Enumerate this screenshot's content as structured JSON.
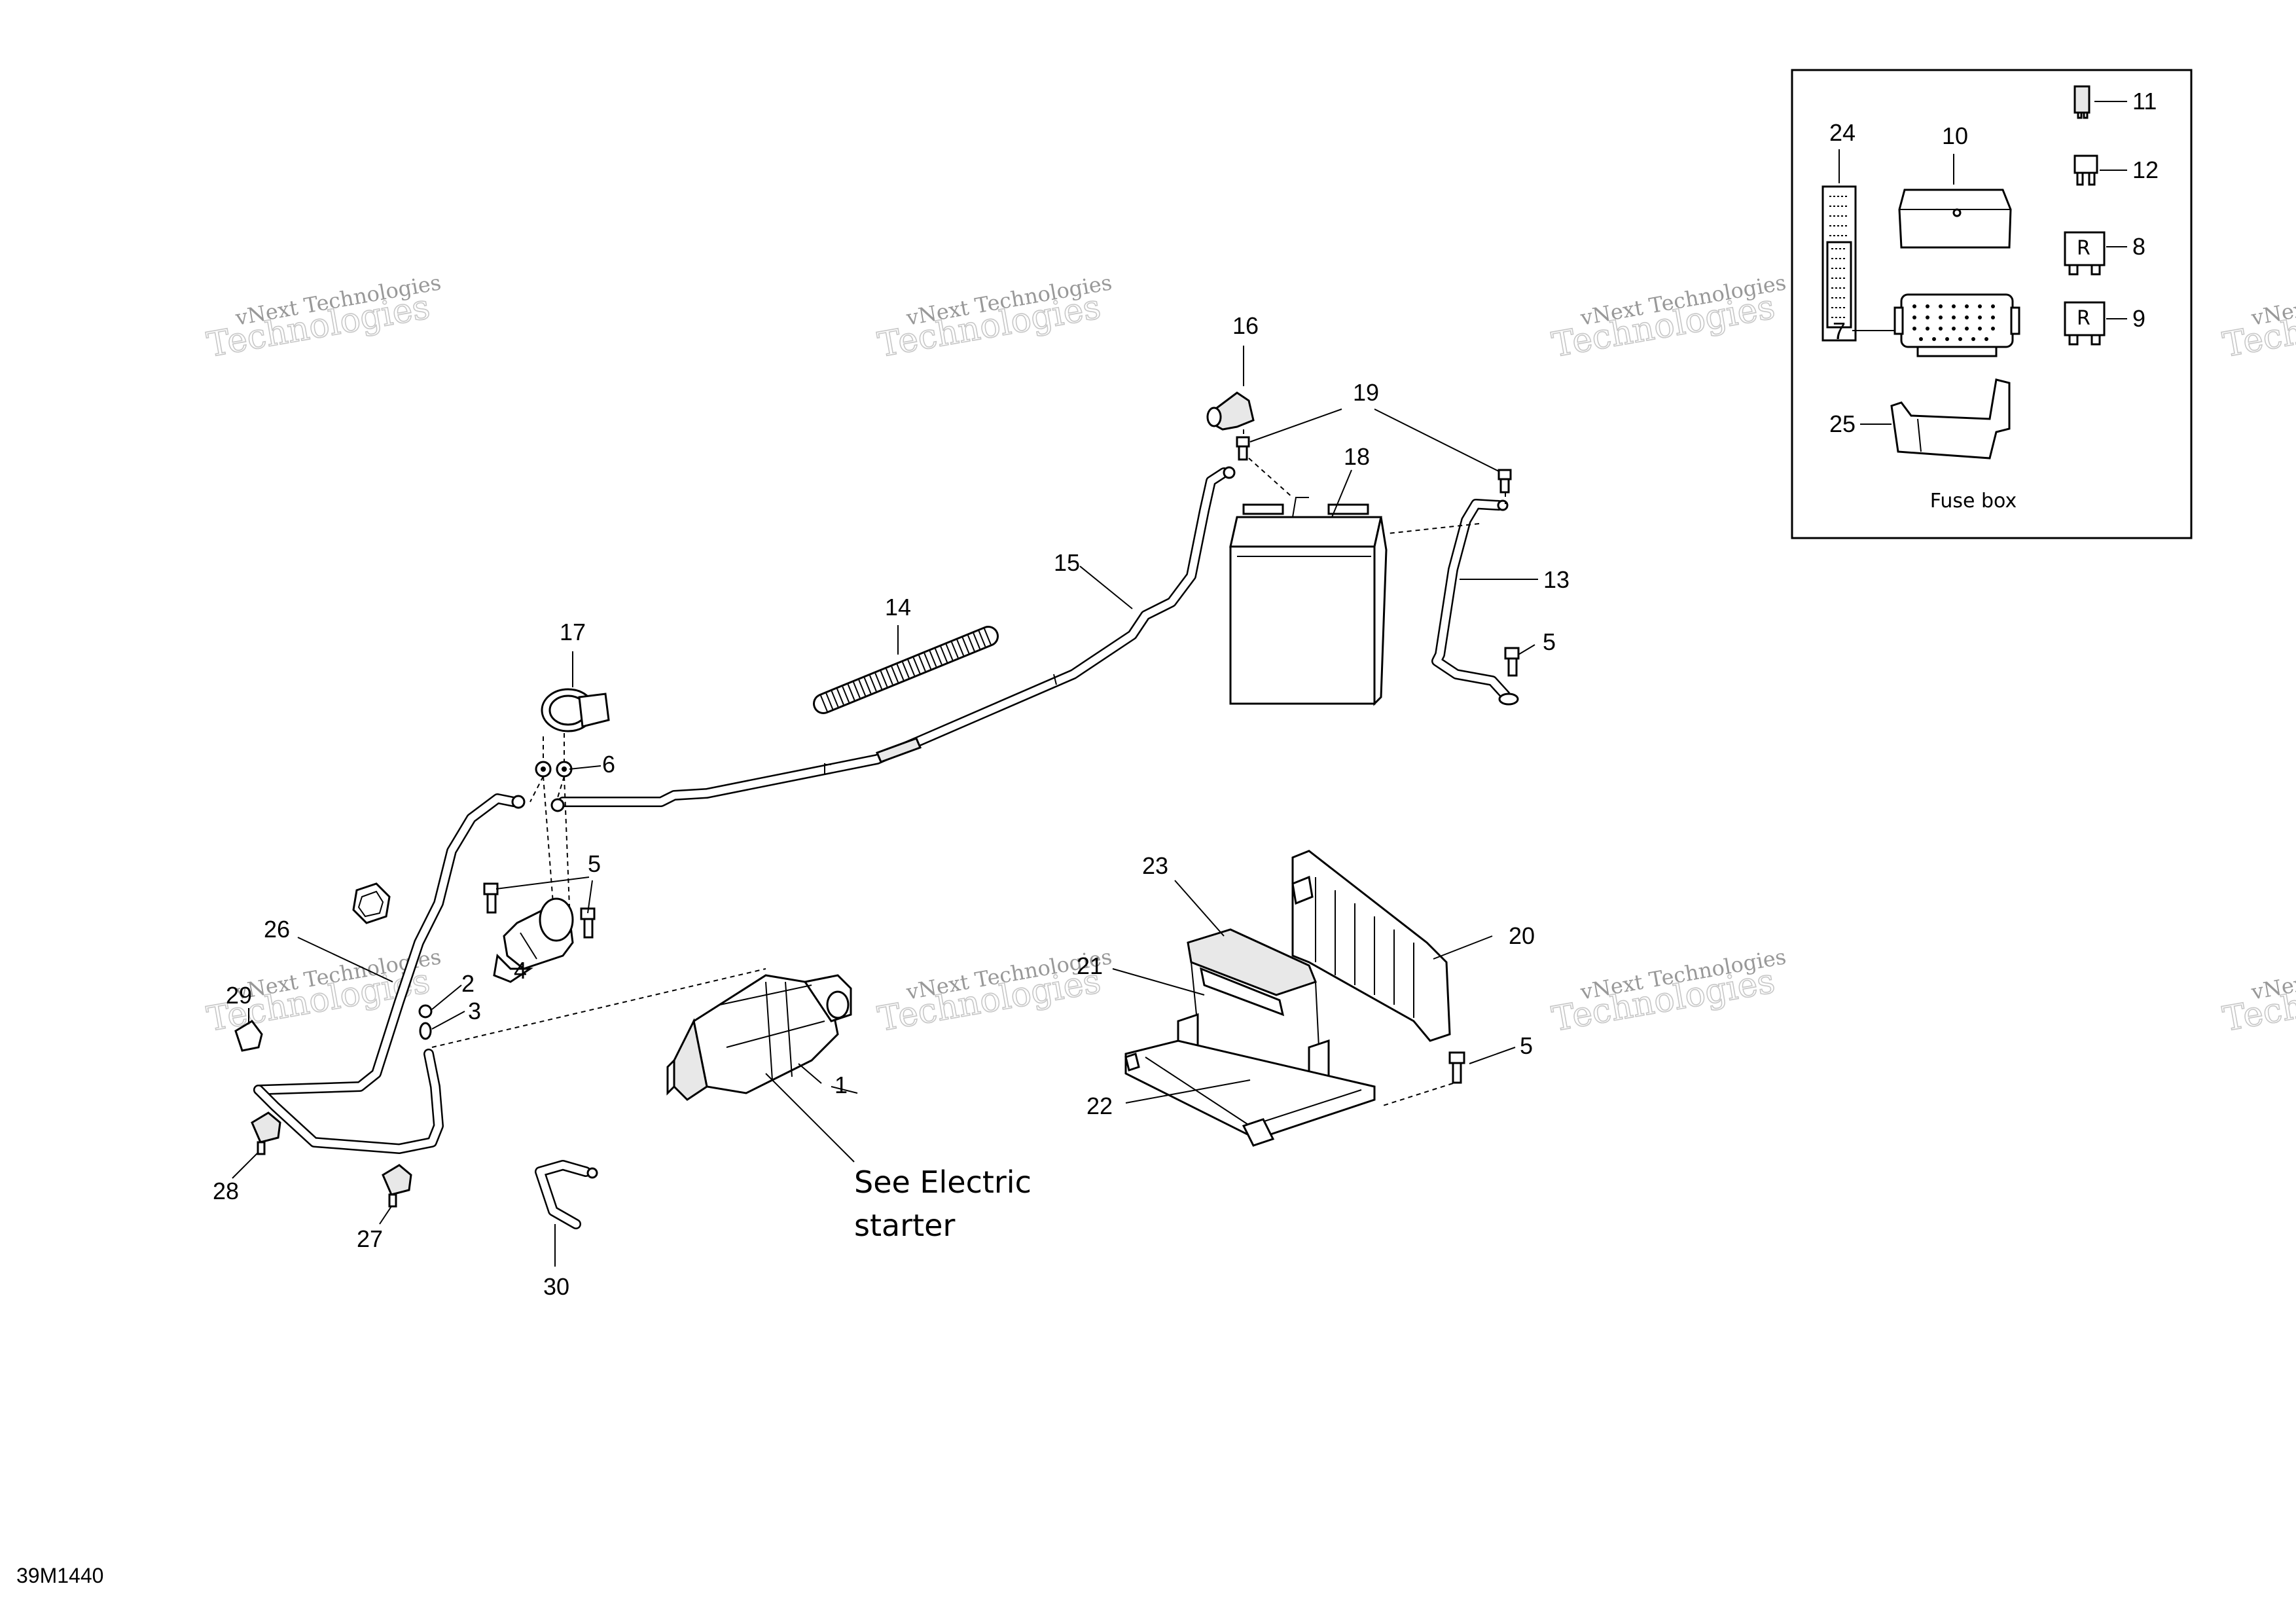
{
  "diagram": {
    "drawing_code": "39M1440",
    "note": [
      "See Electric",
      "starter"
    ],
    "fuse_box_label": "Fuse box",
    "watermark": {
      "line1": "vNext Technologies",
      "line2": "Technologies"
    },
    "callouts": {
      "c1": "1",
      "c2": "2",
      "c3": "3",
      "c4": "4",
      "c5a": "5",
      "c5b": "5",
      "c5c": "5",
      "c6": "6",
      "c7": "7",
      "c8": "8",
      "c9": "9",
      "c10": "10",
      "c11": "11",
      "c12": "12",
      "c13": "13",
      "c14": "14",
      "c15": "15",
      "c16": "16",
      "c17": "17",
      "c18": "18",
      "c19": "19",
      "c20": "20",
      "c21": "21",
      "c22": "22",
      "c23": "23",
      "c24": "24",
      "c25": "25",
      "c26": "26",
      "c27": "27",
      "c28": "28",
      "c29": "29",
      "c30": "30"
    },
    "fuse_relay_mark": "R"
  }
}
